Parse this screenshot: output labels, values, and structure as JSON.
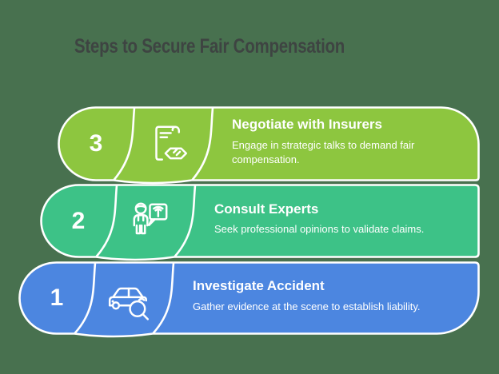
{
  "title": "Steps to Secure Fair Compensation",
  "steps": [
    {
      "number": "1",
      "heading": "Investigate Accident",
      "description": "Gather evidence at the scene to establish liability.",
      "color": "#4C86E0",
      "icon": "car-magnifier-icon"
    },
    {
      "number": "2",
      "heading": "Consult Experts",
      "description": "Seek professional opinions to validate claims.",
      "color": "#3DC287",
      "icon": "presenter-board-icon"
    },
    {
      "number": "3",
      "heading": "Negotiate with Insurers",
      "description": "Engage in strategic talks to demand fair compensation.",
      "color": "#8DC63F",
      "icon": "contract-handshake-icon"
    }
  ],
  "colors": {
    "background": "#48714F",
    "title_text": "#3E4442",
    "step_text": "#FFFFFF",
    "outline": "#FFFFFF"
  }
}
